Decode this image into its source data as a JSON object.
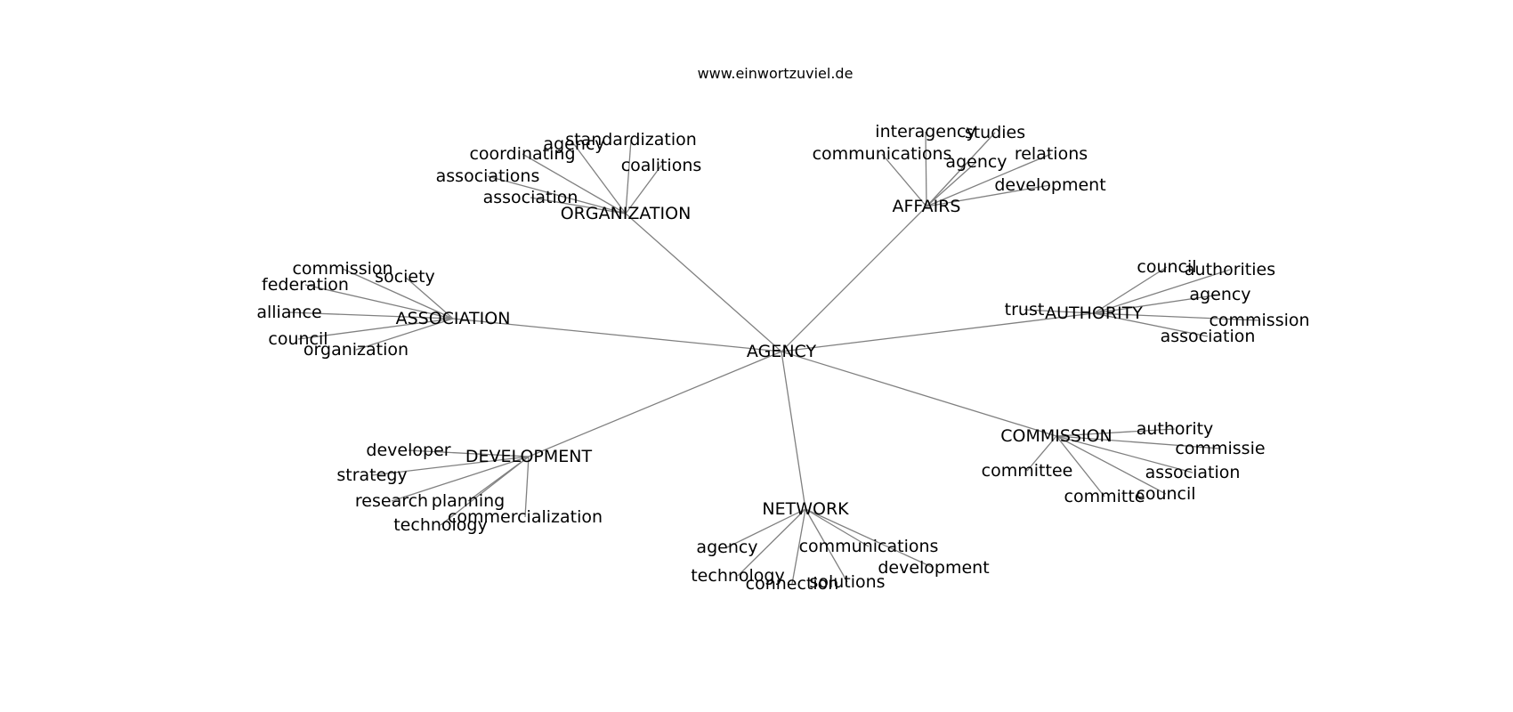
{
  "header": {
    "watermark": "www.einwortzuviel.de"
  },
  "graph": {
    "center": "AGENCY",
    "clusters": [
      {
        "id": "organization",
        "label": "ORGANIZATION",
        "words": [
          "standardization",
          "agency",
          "coordinating",
          "coalitions",
          "associations",
          "association"
        ]
      },
      {
        "id": "affairs",
        "label": "AFFAIRS",
        "words": [
          "interagency",
          "studies",
          "communications",
          "relations",
          "agency",
          "development"
        ]
      },
      {
        "id": "association",
        "label": "ASSOCIATION",
        "words": [
          "commission",
          "society",
          "federation",
          "alliance",
          "council",
          "organization"
        ]
      },
      {
        "id": "authority",
        "label": "AUTHORITY",
        "words": [
          "council",
          "authorities",
          "agency",
          "trust",
          "commission",
          "association"
        ]
      },
      {
        "id": "development",
        "label": "DEVELOPMENT",
        "words": [
          "developer",
          "strategy",
          "research",
          "planning",
          "commercialization",
          "technology"
        ]
      },
      {
        "id": "commission",
        "label": "COMMISSION",
        "words": [
          "authority",
          "commissie",
          "committee",
          "association",
          "committe",
          "council"
        ]
      },
      {
        "id": "network",
        "label": "NETWORK",
        "words": [
          "agency",
          "communications",
          "development",
          "technology",
          "connection",
          "solutions"
        ]
      }
    ]
  }
}
